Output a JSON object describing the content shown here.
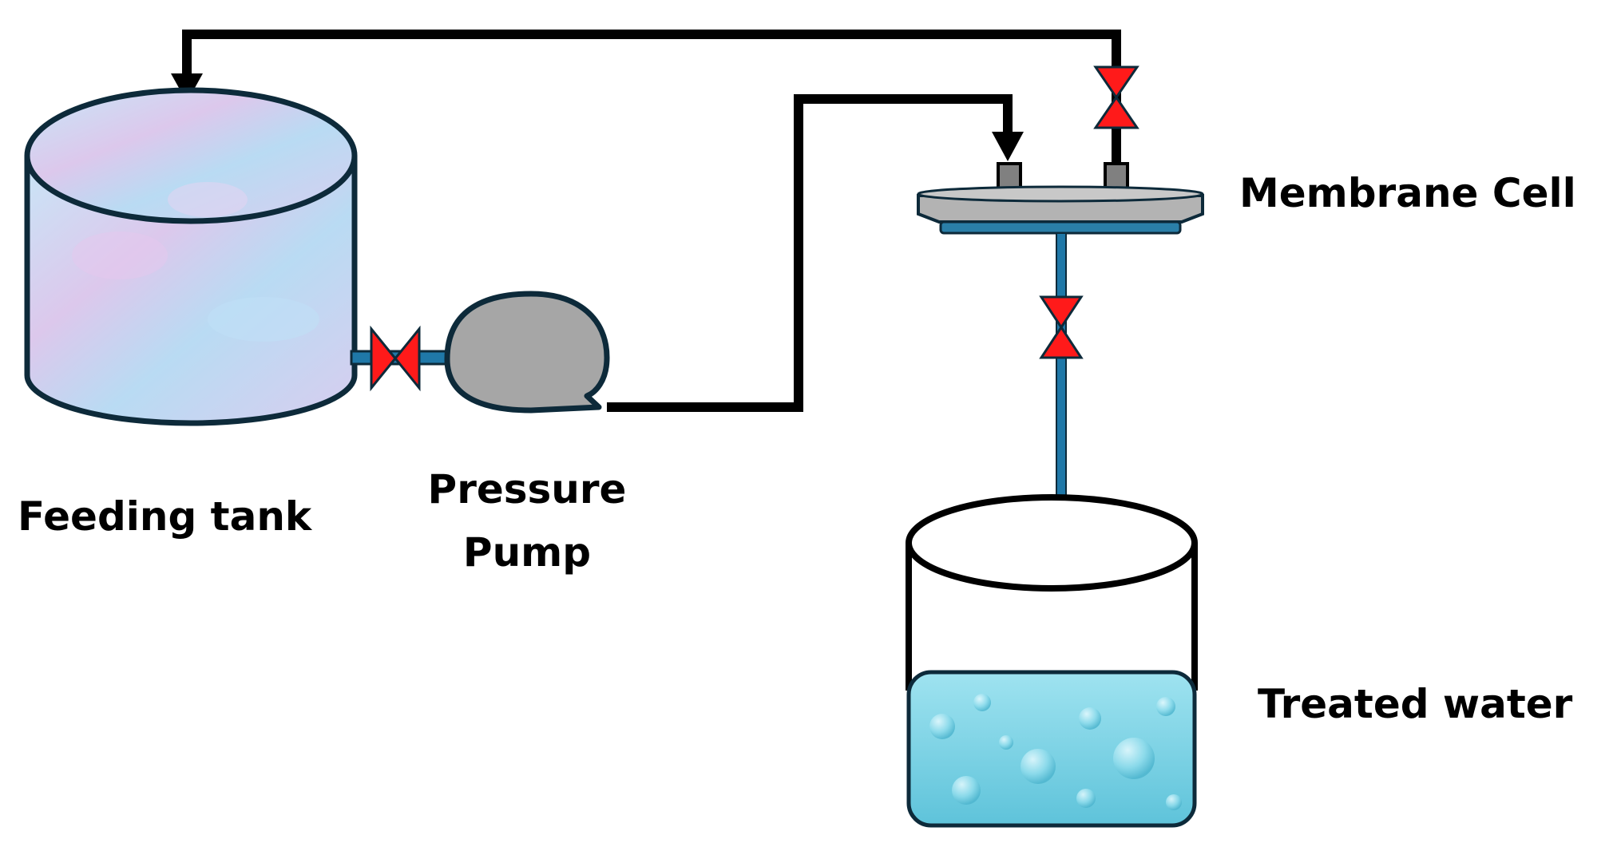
{
  "labels": {
    "feeding_tank": "Feeding tank",
    "pressure": "Pressure",
    "pump": "Pump",
    "membrane_cell": "Membrane  Cell",
    "treated_water": "Treated water"
  },
  "colors": {
    "pipe_black": "#000000",
    "pipe_blue": "#1f78a8",
    "pipe_blue_dark": "#0d4d6e",
    "valve_red": "#ff1a1a",
    "pump_gray": "#a6a6a6",
    "membrane_gray": "#b3b3b3",
    "membrane_blue": "#2a7fa8",
    "water_cyan": "#7fd6e8",
    "tank_fill": "#cfe4f5"
  }
}
